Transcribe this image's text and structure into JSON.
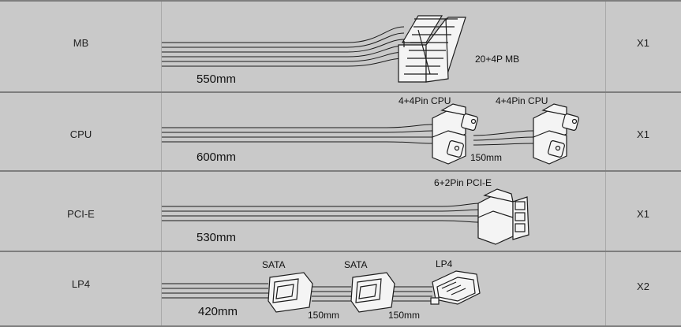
{
  "rows": [
    {
      "cable": "MB",
      "length": "550mm",
      "connector": "20+4P MB",
      "quantity": "X1"
    },
    {
      "cable": "CPU",
      "length": "600mm",
      "connectors": [
        "4+4Pin CPU",
        "4+4Pin CPU"
      ],
      "spacing": "150mm",
      "quantity": "X1"
    },
    {
      "cable": "PCI-E",
      "length": "530mm",
      "connector": "6+2Pin PCI-E",
      "quantity": "X1"
    },
    {
      "cable": "LP4",
      "length": "420mm",
      "connectors": [
        "SATA",
        "SATA",
        "LP4"
      ],
      "spacings": [
        "150mm",
        "150mm"
      ],
      "quantity": "X2"
    }
  ],
  "colors": {
    "background": "#c9c9c9",
    "row_border": "#7e7e7e",
    "wire": "#f4f4f4",
    "outline": "#1c1c1c"
  }
}
